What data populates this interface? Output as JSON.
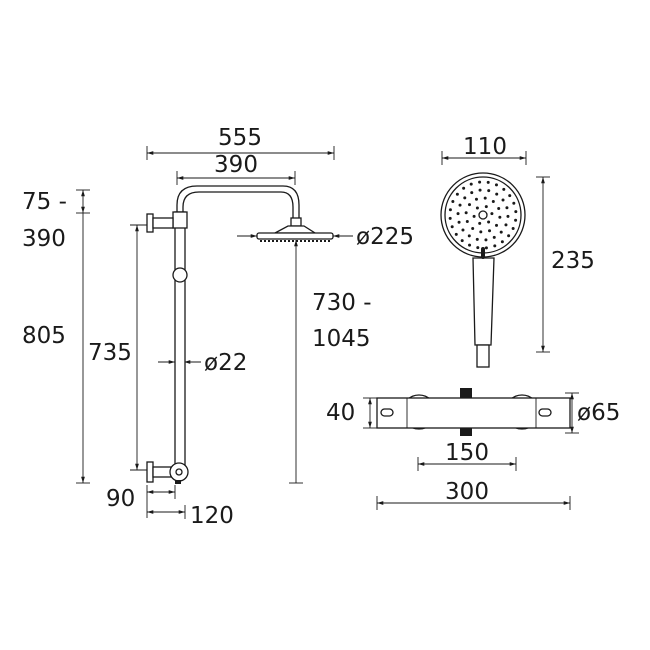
{
  "drawing": {
    "dimensions": {
      "overall_width": "555",
      "arm_reach": "390",
      "head_height_adjust_top": "75 -",
      "head_height_adjust_bottom": "390",
      "rail_total_height": "805",
      "rail_height": "735",
      "rail_diameter": "ø22",
      "head_drop_top": "730 -",
      "head_drop_bottom": "1045",
      "head_diameter": "ø225",
      "handset_width": "110",
      "handset_length": "235",
      "valve_height": "40",
      "valve_diameter": "ø65",
      "valve_centres": "150",
      "valve_length": "300",
      "wall_projection_bracket": "90",
      "wall_projection_valve": "120"
    },
    "line_color": "#1a1a1a"
  }
}
